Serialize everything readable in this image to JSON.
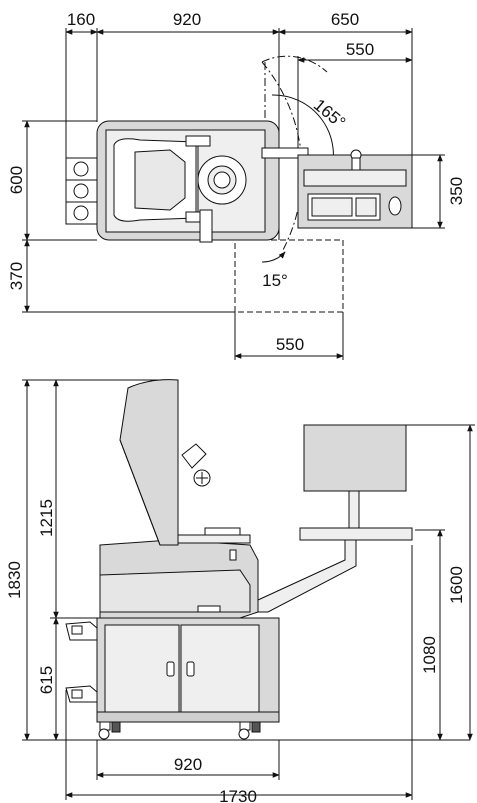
{
  "plan_view": {
    "dims": {
      "d160": "160",
      "d920_top": "920",
      "d650": "650",
      "d550_top": "550",
      "d165": "165°",
      "d600": "600",
      "d350": "350",
      "d370": "370",
      "d15": "15°",
      "d550_bottom": "550"
    }
  },
  "side_view": {
    "dims": {
      "d1830": "1830",
      "d1215": "1215",
      "d615": "615",
      "d1080": "1080",
      "d1600": "1600",
      "d920_bottom": "920",
      "d1730": "1730"
    }
  },
  "colors": {
    "line": "#111111",
    "body_fill": "#d9d9d9",
    "light_fill": "#efefef",
    "dark_fill": "#555555"
  }
}
